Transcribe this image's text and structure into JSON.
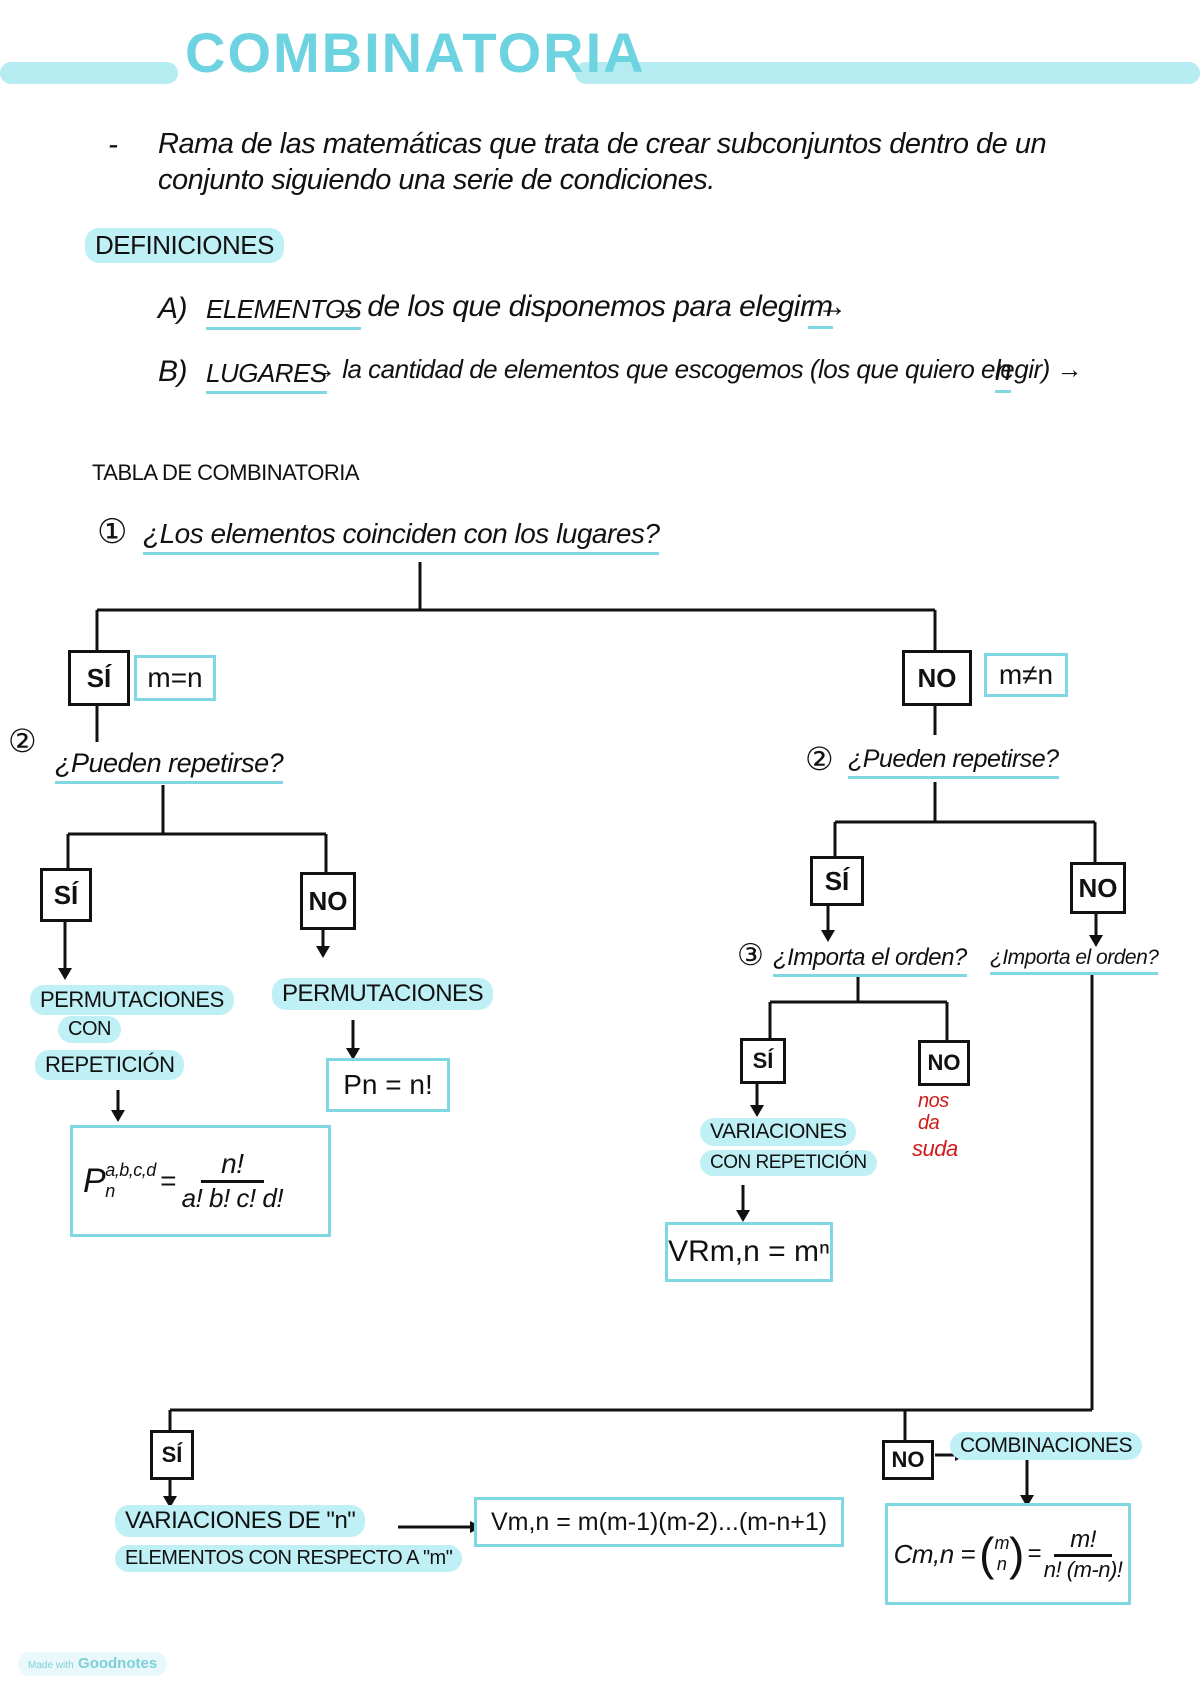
{
  "title": "COMBINATORIA",
  "intro": {
    "bullet": "-",
    "line1": "Rama de las matemáticas que trata de crear subconjuntos dentro de un",
    "line2": "conjunto siguiendo una serie de condiciones."
  },
  "definiciones": {
    "heading": "DEFINICIONES",
    "a_label": "A)",
    "a_term": "ELEMENTOS",
    "a_text": "→ de los que disponemos para elegir →",
    "a_var": "m",
    "b_label": "B)",
    "b_term": "LUGARES",
    "b_text": "→ la cantidad de elementos que escogemos (los que quiero elegir) →",
    "b_var": "n"
  },
  "tabla_heading": "TABLA DE COMBINATORIA",
  "q1": {
    "num": "①",
    "text": "¿Los elementos coinciden con los lugares?"
  },
  "left": {
    "si_label": "SÍ",
    "cond": "m=n",
    "q2_num": "②",
    "q2": "¿Pueden repetirse?",
    "si2_label": "SÍ",
    "no2_label": "NO",
    "perm_rep_1": "PERMUTACIONES",
    "perm_rep_2": "CON",
    "perm_rep_3": "REPETICIÓN",
    "perm_rep_formula_lhs": "P",
    "perm_rep_formula_sub": "n",
    "perm_rep_formula_sup": "a,b,c,d",
    "perm_rep_formula_eq": "=",
    "perm_rep_formula_num": "n!",
    "perm_rep_formula_den": "a! b! c! d!",
    "perm": "PERMUTACIONES",
    "perm_formula": "Pn = n!"
  },
  "right": {
    "no_label": "NO",
    "cond": "m≠n",
    "q2_num": "②",
    "q2": "¿Pueden repetirse?",
    "si_label": "SÍ",
    "no_label2": "NO",
    "q3_num": "③",
    "q3": "¿Importa el orden?",
    "q3b": "¿Importa el orden?",
    "si3_label": "SÍ",
    "no3_label": "NO",
    "red_1": "nos",
    "red_2": "da",
    "red_3": "suda",
    "var_rep_1": "VARIACIONES",
    "var_rep_2": "CON REPETICIÓN",
    "var_rep_formula": "VRm,n = mⁿ"
  },
  "bottom": {
    "si_label": "SÍ",
    "no_label": "NO",
    "var_1": "VARIACIONES DE \"n\"",
    "var_2": "ELEMENTOS CON RESPECTO A \"m\"",
    "var_formula": "Vm,n = m(m-1)(m-2)...(m-n+1)",
    "comb": "COMBINACIONES",
    "comb_formula_lhs": "Cm,n =",
    "comb_binom_top": "m",
    "comb_binom_bot": "n",
    "comb_eq": "=",
    "comb_num": "m!",
    "comb_den": "n! (m-n)!"
  },
  "footer": {
    "made": "Made with",
    "brand": "Goodnotes"
  }
}
